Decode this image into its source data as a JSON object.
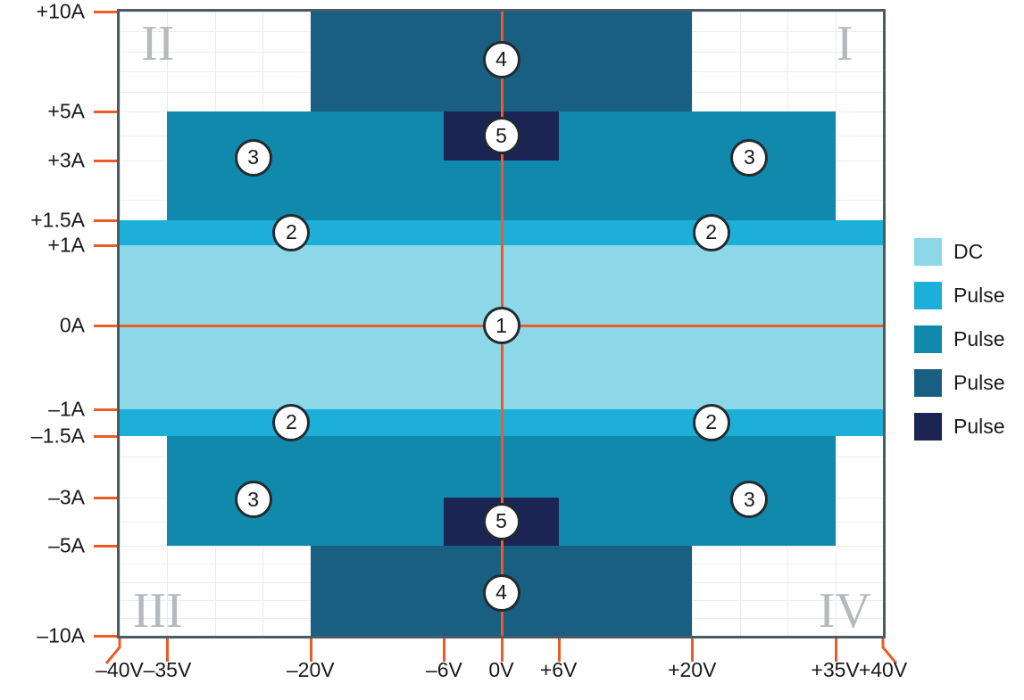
{
  "chart_data": {
    "type": "area",
    "title": "",
    "xlabel": "",
    "ylabel": "",
    "xlim": [
      -40,
      40
    ],
    "ylim": [
      -10,
      10
    ],
    "grid": true,
    "legend_position": "right",
    "x_ticks": [
      {
        "value": -40,
        "label": "–40V",
        "bent": "left"
      },
      {
        "value": -35,
        "label": "–35V",
        "bent": ""
      },
      {
        "value": -20,
        "label": "–20V",
        "bent": ""
      },
      {
        "value": -6,
        "label": "–6V",
        "bent": ""
      },
      {
        "value": 0,
        "label": "0V",
        "bent": ""
      },
      {
        "value": 6,
        "label": "+6V",
        "bent": ""
      },
      {
        "value": 20,
        "label": "+20V",
        "bent": ""
      },
      {
        "value": 35,
        "label": "+35V",
        "bent": ""
      },
      {
        "value": 40,
        "label": "+40V",
        "bent": "right"
      }
    ],
    "y_ticks": [
      {
        "value": 10,
        "label": "+10A"
      },
      {
        "value": 5,
        "label": "+5A"
      },
      {
        "value": 3,
        "label": "+3A"
      },
      {
        "value": 1.5,
        "label": "+1.5A"
      },
      {
        "value": 1,
        "label": "+1A"
      },
      {
        "value": 0,
        "label": "0A"
      },
      {
        "value": -1,
        "label": "–1A"
      },
      {
        "value": -1.5,
        "label": "–1.5A"
      },
      {
        "value": -3,
        "label": "–3A"
      },
      {
        "value": -5,
        "label": "–5A"
      },
      {
        "value": -10,
        "label": "–10A"
      }
    ],
    "regions": [
      {
        "id": 1,
        "name": "DC",
        "color": "#8dd8e8",
        "x0": -40,
        "x1": 40,
        "y0": -1,
        "y1": 1
      },
      {
        "id": 1,
        "name": "DC",
        "color": "#8dd8e8",
        "x0": -6,
        "x1": 6,
        "y0": -3,
        "y1": 3
      },
      {
        "id": 2,
        "name": "Pulse 2",
        "color": "#1cafd8",
        "x0": -40,
        "x1": 40,
        "y0": 1,
        "y1": 1.5
      },
      {
        "id": 2,
        "name": "Pulse 2",
        "color": "#1cafd8",
        "x0": -40,
        "x1": 40,
        "y0": -1.5,
        "y1": -1
      },
      {
        "id": 3,
        "name": "Pulse 3",
        "color": "#1189ac",
        "x0": -35,
        "x1": 35,
        "y0": 1.5,
        "y1": 5
      },
      {
        "id": 3,
        "name": "Pulse 3",
        "color": "#1189ac",
        "x0": -35,
        "x1": 35,
        "y0": -5,
        "y1": -1.5
      },
      {
        "id": 4,
        "name": "Pulse 4",
        "color": "#195f82",
        "x0": -20,
        "x1": 20,
        "y0": 5,
        "y1": 10
      },
      {
        "id": 4,
        "name": "Pulse 4",
        "color": "#195f82",
        "x0": -20,
        "x1": 20,
        "y0": -10,
        "y1": -5
      },
      {
        "id": 5,
        "name": "Pulse 5",
        "color": "#1b2452",
        "x0": -6,
        "x1": 6,
        "y0": 3,
        "y1": 5
      },
      {
        "id": 5,
        "name": "Pulse 5",
        "color": "#1b2452",
        "x0": -6,
        "x1": 6,
        "y0": -5,
        "y1": -3
      }
    ],
    "callouts": [
      {
        "label": "1",
        "x": 0,
        "y": 0
      },
      {
        "label": "2",
        "x": -22,
        "y": 1.25
      },
      {
        "label": "2",
        "x": 22,
        "y": 1.25
      },
      {
        "label": "2",
        "x": -22,
        "y": -1.25
      },
      {
        "label": "2",
        "x": 22,
        "y": -1.25
      },
      {
        "label": "3",
        "x": -26,
        "y": 3.1
      },
      {
        "label": "3",
        "x": 26,
        "y": 3.1
      },
      {
        "label": "3",
        "x": -26,
        "y": -3.1
      },
      {
        "label": "3",
        "x": 26,
        "y": -3.1
      },
      {
        "label": "4",
        "x": 0,
        "y": 7.6
      },
      {
        "label": "4",
        "x": 0,
        "y": -7.6
      },
      {
        "label": "5",
        "x": 0,
        "y": 4.0
      },
      {
        "label": "5",
        "x": 0,
        "y": -4.0
      }
    ],
    "quadrant_labels": [
      {
        "label": "I",
        "x": 36,
        "y": 8.4
      },
      {
        "label": "II",
        "x": -36,
        "y": 8.4
      },
      {
        "label": "III",
        "x": -36,
        "y": -8.6
      },
      {
        "label": "IV",
        "x": 36,
        "y": -8.6
      }
    ],
    "legend": [
      {
        "label": "DC",
        "color": "#8dd8e8"
      },
      {
        "label": "Pulse",
        "color": "#1cafd8"
      },
      {
        "label": "Pulse",
        "color": "#1189ac"
      },
      {
        "label": "Pulse",
        "color": "#195f82"
      },
      {
        "label": "Pulse",
        "color": "#1b2452"
      }
    ],
    "axis_color": "#ec5b26",
    "grid_color": "#e9ecec",
    "frame_color": "#4c5a63",
    "quadrant_label_color": "#b6b9bb",
    "grid_x_step": 5,
    "grid_y_step": 1
  }
}
